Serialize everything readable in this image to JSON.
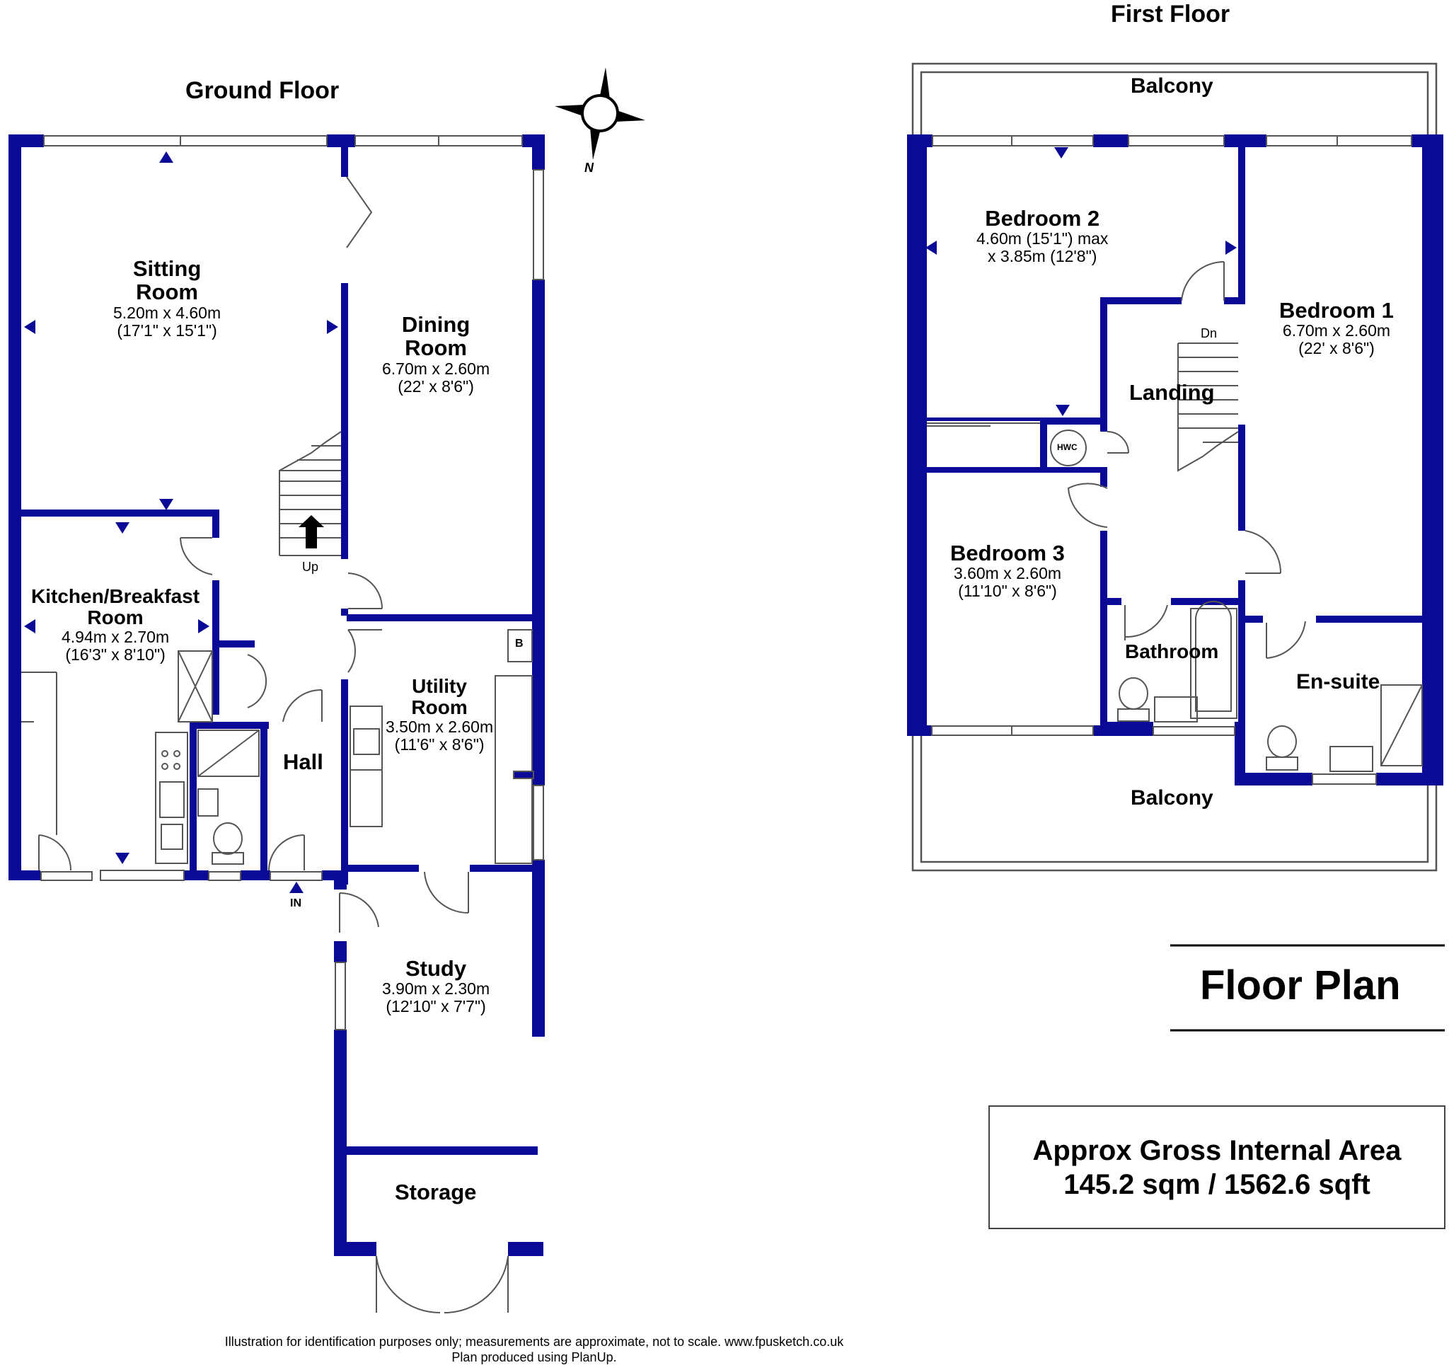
{
  "ground_floor": {
    "title": "Ground Floor",
    "rooms": [
      {
        "id": "sitting",
        "name": "Sitting\nRoom",
        "dims": "5.20m x 4.60m\n(17'1\" x 15'1\")"
      },
      {
        "id": "dining",
        "name": "Dining\nRoom",
        "dims": "6.70m x 2.60m\n(22' x 8'6\")"
      },
      {
        "id": "kitchen",
        "name": "Kitchen/Breakfast\nRoom",
        "dims": "4.94m x 2.70m\n(16'3\" x 8'10\")"
      },
      {
        "id": "utility",
        "name": "Utility\nRoom",
        "dims": "3.50m x 2.60m\n(11'6\" x 8'6\")"
      },
      {
        "id": "hall",
        "name": "Hall",
        "dims": ""
      },
      {
        "id": "study",
        "name": "Study",
        "dims": "3.90m x 2.30m\n(12'10\" x 7'7\")"
      },
      {
        "id": "storage",
        "name": "Storage",
        "dims": ""
      }
    ],
    "labels": {
      "up": "Up",
      "in": "IN",
      "boiler": "B"
    }
  },
  "first_floor": {
    "title": "First Floor",
    "rooms": [
      {
        "id": "bed2",
        "name": "Bedroom 2",
        "dims": "4.60m (15'1\") max\nx 3.85m (12'8\")"
      },
      {
        "id": "bed1",
        "name": "Bedroom 1",
        "dims": "6.70m x 2.60m\n(22' x 8'6\")"
      },
      {
        "id": "landing",
        "name": "Landing",
        "dims": ""
      },
      {
        "id": "bed3",
        "name": "Bedroom 3",
        "dims": "3.60m x 2.60m\n(11'10\" x 8'6\")"
      },
      {
        "id": "bathroom",
        "name": "Bathroom",
        "dims": ""
      },
      {
        "id": "ensuite",
        "name": "En-suite",
        "dims": ""
      },
      {
        "id": "balcony_top",
        "name": "Balcony",
        "dims": ""
      },
      {
        "id": "balcony_bottom",
        "name": "Balcony",
        "dims": ""
      }
    ],
    "labels": {
      "down": "Dn",
      "hwc": "HWC"
    }
  },
  "compass": {
    "label": "N",
    "icon": "compass-icon"
  },
  "floor_plan_title": "Floor Plan",
  "area": {
    "line1": "Approx Gross Internal Area",
    "line2": "145.2 sqm / 1562.6 sqft"
  },
  "disclaimer": {
    "line1": "Illustration for identification purposes only; measurements are approximate, not to scale. www.fpusketch.co.uk",
    "line2": "Plan produced using PlanUp."
  },
  "colors": {
    "wall": "#0a0a96",
    "line": "#000000",
    "fixture": "#555555"
  }
}
